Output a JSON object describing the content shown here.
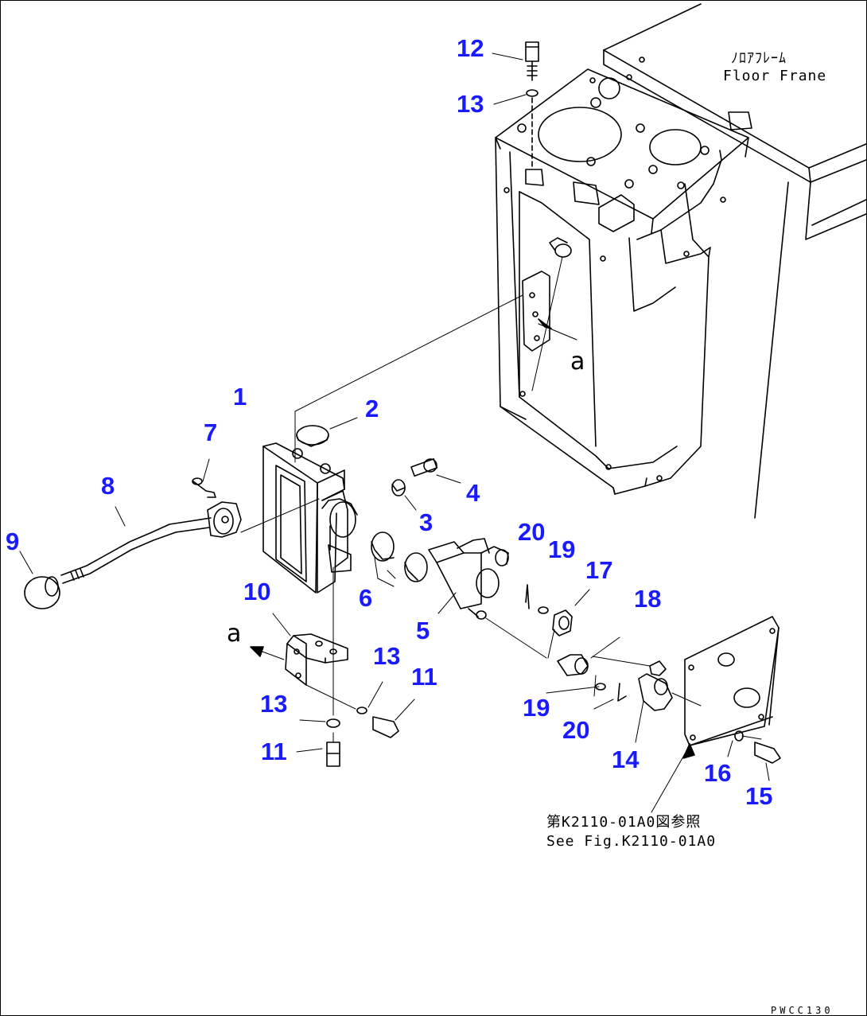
{
  "labels": {
    "floor_frame_jp": "ﾉﾛｱﾌﾚｰﾑ",
    "floor_frame_en": "Floor Frane",
    "see_fig_jp": "第K2110-01A0図参照",
    "see_fig_en": "See Fig.K2110-01A0",
    "view_a_top": "a",
    "view_a_left": "a",
    "figure_code": "PWCC130"
  },
  "callouts": [
    {
      "id": "c12a",
      "text": "12"
    },
    {
      "id": "c13a",
      "text": "13"
    },
    {
      "id": "c1",
      "text": "1"
    },
    {
      "id": "c2",
      "text": "2"
    },
    {
      "id": "c7",
      "text": "7"
    },
    {
      "id": "c8",
      "text": "8"
    },
    {
      "id": "c9",
      "text": "9"
    },
    {
      "id": "c4",
      "text": "4"
    },
    {
      "id": "c3",
      "text": "3"
    },
    {
      "id": "c6",
      "text": "6"
    },
    {
      "id": "c10",
      "text": "10"
    },
    {
      "id": "c5",
      "text": "5"
    },
    {
      "id": "c20a",
      "text": "20"
    },
    {
      "id": "c19a",
      "text": "19"
    },
    {
      "id": "c17",
      "text": "17"
    },
    {
      "id": "c18",
      "text": "18"
    },
    {
      "id": "c13b",
      "text": "13"
    },
    {
      "id": "c11a",
      "text": "11"
    },
    {
      "id": "c13c",
      "text": "13"
    },
    {
      "id": "c11b",
      "text": "11"
    },
    {
      "id": "c19b",
      "text": "19"
    },
    {
      "id": "c20b",
      "text": "20"
    },
    {
      "id": "c14",
      "text": "14"
    },
    {
      "id": "c16",
      "text": "16"
    },
    {
      "id": "c15",
      "text": "15"
    }
  ],
  "colors": {
    "callout": "#1a1aff",
    "line": "#000000"
  }
}
